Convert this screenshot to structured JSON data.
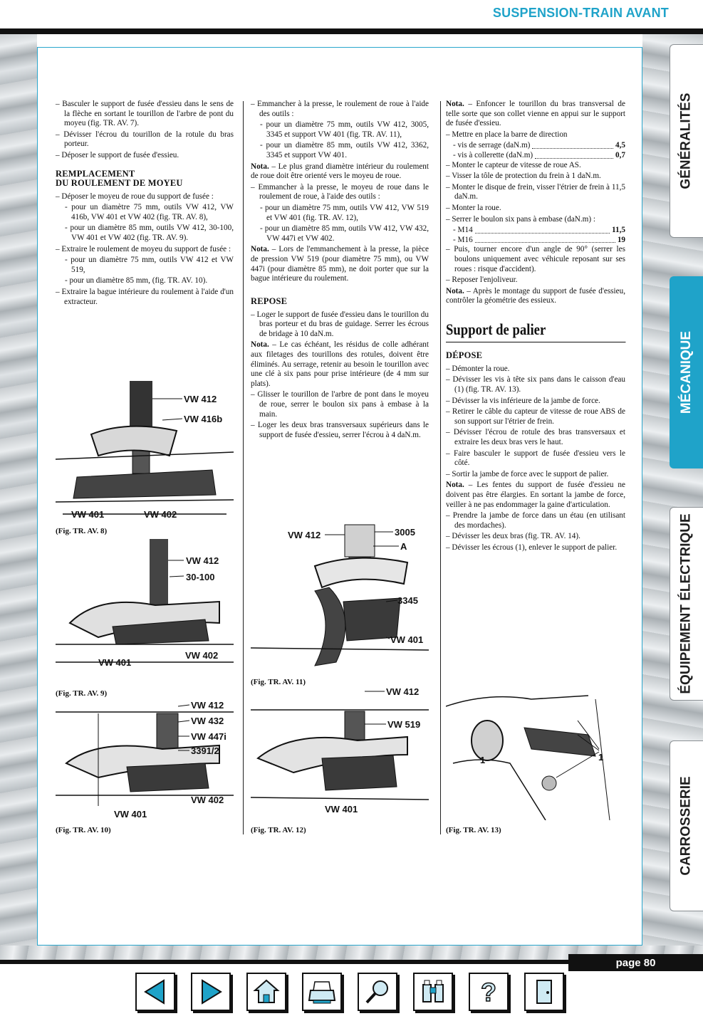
{
  "header": {
    "title": "SUSPENSION-TRAIN AVANT"
  },
  "tabs": [
    {
      "label": "GÉNÉRALITÉS",
      "active": false
    },
    {
      "label": "MÉCANIQUE",
      "active": true
    },
    {
      "label": "ÉQUIPEMENT ÉLECTRIQUE",
      "active": false
    },
    {
      "label": "CARROSSERIE",
      "active": false
    }
  ],
  "col1": {
    "items": [
      "– Basculer le support de fusée d'essieu dans le sens de la flèche en sortant le tourillon de l'arbre de pont du moyeu (fig. TR. AV. 7).",
      "– Dévisser l'écrou du tourillon de la rotule du bras porteur.",
      "– Déposer le support de fusée d'essieu."
    ],
    "heading_line1": "REMPLACEMENT",
    "heading_line2": "DU ROULEMENT DE MOYEU",
    "items2_intro": "– Déposer le moyeu de roue du support de fusée :",
    "items2_sub1": "- pour un diamètre 75 mm, outils VW 412, VW 416b, VW 401 et VW 402 (fig. TR. AV. 8),",
    "items2_sub2": "- pour un diamètre 85 mm, outils VW 412, 30-100, VW 401 et VW 402 (fig. TR. AV. 9).",
    "items3_intro": "– Extraire le roulement de moyeu du support de fusée :",
    "items3_sub1": "- pour un diamètre 75 mm, outils VW 412 et VW 519,",
    "items3_sub2": "- pour un diamètre 85 mm, (fig. TR. AV. 10).",
    "items4": "– Extraire la bague intérieure du roulement à l'aide d'un extracteur."
  },
  "col2": {
    "p1_intro": "– Emmancher à la presse, le roulement de roue à l'aide des outils :",
    "p1_sub1": "- pour un diamètre 75 mm, outils VW 412, 3005, 3345 et support VW 401 (fig. TR. AV. 11),",
    "p1_sub2": "- pour un diamètre 85 mm, outils VW 412, 3362, 3345 et support VW 401.",
    "nota1_label": "Nota.",
    "nota1": " – Le plus grand diamètre intérieur du roulement de roue doit être orienté vers le moyeu de roue.",
    "p2_intro": "– Emmancher à la presse, le moyeu de roue dans le roulement de roue, à l'aide des outils :",
    "p2_sub1": "- pour un diamètre 75 mm, outils VW 412, VW 519 et VW 401 (fig. TR. AV. 12),",
    "p2_sub2": "- pour un diamètre 85 mm, outils VW 412, VW 432, VW 447i et VW 402.",
    "nota2_label": "Nota.",
    "nota2": " – Lors de l'emmanchement à la presse, la pièce de pression VW 519 (pour diamètre 75 mm), ou VW 447i (pour diamètre 85 mm), ne doit porter que sur la bague intérieure du roulement.",
    "heading": "REPOSE",
    "p3": "– Loger le support de fusée d'essieu dans le tourillon du bras porteur et du bras de guidage. Serrer les écrous de bridage à 10 daN.m.",
    "nota3_label": "Nota.",
    "nota3": " – Le cas échéant, les résidus de colle adhérant aux filetages des tourillons des rotules, doivent être éliminés. Au serrage, retenir au besoin le tourillon avec une clé à six pans pour prise intérieure (de 4 mm sur plats).",
    "p4": "– Glisser le tourillon de l'arbre de pont dans le moyeu de roue, serrer le boulon six pans à embase à la main.",
    "p5": "– Loger les deux bras transversaux supérieurs dans le support de fusée d'essieu, serrer l'écrou à 4 daN.m."
  },
  "col3": {
    "nota1_label": "Nota.",
    "nota1": " – Enfoncer le tourillon du bras transversal de telle sorte que son collet vienne en appui sur le support de fusée d'essieu.",
    "p1": "– Mettre en place la barre de direction",
    "spec1_label": "- vis de serrage (daN.m)",
    "spec1_val": "4,5",
    "spec2_label": "- vis à collerette (daN.m)",
    "spec2_val": "0,7",
    "p2": "– Monter le capteur de vitesse de roue AS.",
    "p3": "– Visser la tôle de protection du frein à 1 daN.m.",
    "p4": "– Monter le disque de frein, visser l'étrier de frein à 11,5 daN.m.",
    "p5": "– Monter la roue.",
    "p6": "– Serrer le boulon six pans à embase (daN.m) :",
    "spec3_label": "- M14",
    "spec3_val": "11,5",
    "spec4_label": "- M16",
    "spec4_val": "19",
    "p7": "– Puis, tourner encore d'un angle de 90° (serrer les boulons uniquement avec véhicule reposant sur ses roues : risque d'accident).",
    "p8": "– Reposer l'enjoliveur.",
    "nota2_label": "Nota.",
    "nota2": " – Après le montage du support de fusée d'essieu, contrôler la géométrie des essieux.",
    "big_heading": "Support de palier",
    "heading": "DÉPOSE",
    "d1": "– Démonter la roue.",
    "d2": "– Dévisser les vis à tête six pans dans le caisson d'eau (1) (fig. TR. AV. 13).",
    "d3": "– Dévisser la vis inférieure de la jambe de force.",
    "d4": "– Retirer le câble du capteur de vitesse de roue ABS de son support sur l'étrier de frein.",
    "d5": "– Dévisser l'écrou de rotule des bras transversaux et extraire les deux bras vers le haut.",
    "d6": "– Faire basculer le support de fusée d'essieu vers le côté.",
    "d7": "– Sortir la jambe de force avec le support de palier.",
    "nota3_label": "Nota.",
    "nota3": " – Les fentes du support de fusée d'essieu ne doivent pas être élargies. En sortant la jambe de force, veiller à ne pas endommager la gaine d'articulation.",
    "d8": "– Prendre la jambe de force dans un étau (en utilisant des mordaches).",
    "d9": "– Dévisser les deux bras (fig. TR. AV. 14).",
    "d10": "– Dévisser les écrous (1), enlever le support de palier."
  },
  "figures": {
    "fig8": {
      "caption": "(Fig. TR. AV. 8)",
      "labels": [
        "VW 412",
        "VW 416b",
        "VW 401",
        "VW 402"
      ]
    },
    "fig9": {
      "caption": "(Fig. TR. AV. 9)",
      "labels": [
        "VW 412",
        "30-100",
        "VW 401",
        "VW 402"
      ]
    },
    "fig10": {
      "caption": "(Fig. TR. AV. 10)",
      "labels": [
        "VW 412",
        "VW 432",
        "VW 447i",
        "3391/2",
        "VW 401",
        "VW 402"
      ]
    },
    "fig11": {
      "caption": "(Fig. TR. AV. 11)",
      "labels": [
        "VW 412",
        "3005",
        "A",
        "3345",
        "VW 401"
      ]
    },
    "fig12": {
      "caption": "(Fig. TR. AV. 12)",
      "labels": [
        "VW 412",
        "VW 519",
        "VW 401"
      ]
    },
    "fig13": {
      "caption": "(Fig. TR. AV. 13)",
      "labels": [
        "1",
        "1"
      ]
    }
  },
  "footer": {
    "page": "page 80",
    "nav_icons": [
      "prev-arrow-icon",
      "next-arrow-icon",
      "home-icon",
      "print-icon",
      "search-icon",
      "binoculars-icon",
      "help-icon",
      "exit-door-icon"
    ]
  }
}
